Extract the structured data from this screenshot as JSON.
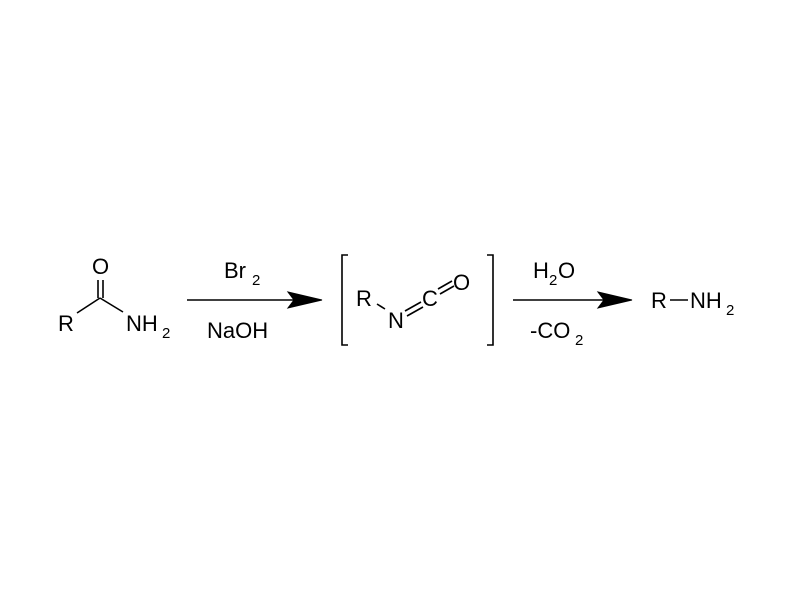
{
  "reaction": {
    "reactant": {
      "r": "R",
      "o": "O",
      "n": "NH",
      "n_sub": "2"
    },
    "step1": {
      "above": "Br",
      "above_sub": "2",
      "below": "NaOH"
    },
    "intermediate": {
      "r": "R",
      "n": "N",
      "c": "C",
      "o": "O"
    },
    "step2": {
      "above_1": "H",
      "above_sub": "2",
      "above_2": "O",
      "below_1": "-CO",
      "below_sub": "2"
    },
    "product": {
      "r": "R",
      "n": "NH",
      "n_sub": "2"
    }
  }
}
